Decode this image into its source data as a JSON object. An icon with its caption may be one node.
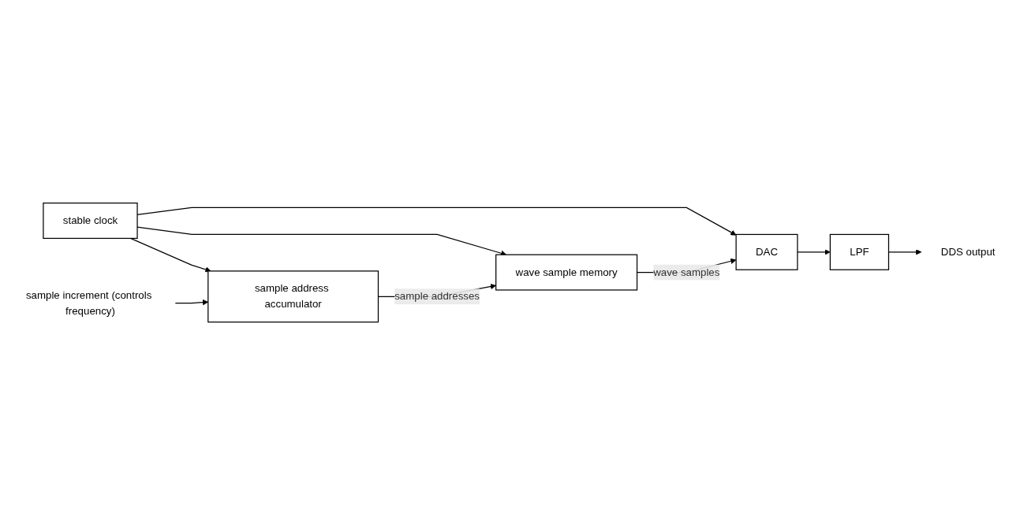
{
  "diagram": {
    "nodes": [
      {
        "text": [
          "stable clock"
        ]
      },
      {
        "text": [
          "sample address accumulator"
        ]
      },
      {
        "text": [
          "wave sample memory"
        ]
      },
      {
        "text": [
          "DAC"
        ]
      },
      {
        "text": [
          "LPF"
        ]
      },
      {
        "text": [
          "sample increment (controls frequency)"
        ]
      },
      {
        "text": [
          "DDS output"
        ]
      }
    ],
    "edges": [
      {
        "from": 0,
        "to": 1,
        "arrow": "to"
      },
      {
        "from": 0,
        "to": 2,
        "arrow": "to"
      },
      {
        "from": 0,
        "to": 3,
        "arrow": "to"
      },
      {
        "from": 1,
        "to": 2,
        "arrow": "to",
        "label": "sample addresses"
      },
      {
        "from": 2,
        "to": 3,
        "arrow": "to",
        "label": "wave samples"
      },
      {
        "from": 3,
        "to": 4,
        "arrow": "to"
      },
      {
        "from": 4,
        "to": 6,
        "arrow": "to"
      },
      {
        "from": 5,
        "to": 1,
        "arrow": "to"
      }
    ]
  }
}
